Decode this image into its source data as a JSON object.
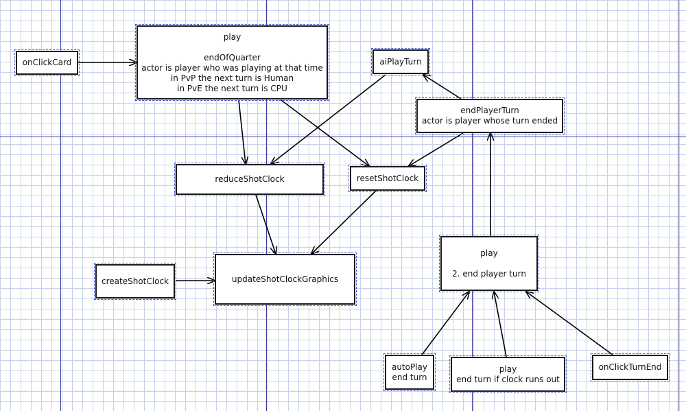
{
  "nodes": {
    "on_click_card": {
      "lines": [
        "onClickCard"
      ]
    },
    "play_end_of_quarter": {
      "lines": [
        "play",
        "",
        "endOfQuarter",
        "actor is player who was playing at that time",
        "in PvP the next turn is Human",
        "in PvE the next turn is CPU"
      ]
    },
    "ai_play_turn": {
      "lines": [
        "aiPlayTurn"
      ]
    },
    "end_player_turn": {
      "lines": [
        "endPlayerTurn",
        "actor is player whose turn ended"
      ]
    },
    "reduce_shot_clock": {
      "lines": [
        "reduceShotClock"
      ]
    },
    "reset_shot_clock": {
      "lines": [
        "resetShotClock"
      ]
    },
    "create_shot_clock": {
      "lines": [
        "createShotClock"
      ]
    },
    "update_shot_clock_graphics": {
      "lines": [
        "updateShotClockGraphics"
      ]
    },
    "play_end_player_turn": {
      "lines": [
        "play",
        "",
        "2. end player turn"
      ]
    },
    "auto_play_end_turn": {
      "lines": [
        "autoPlay",
        "end turn"
      ]
    },
    "play_clock_runs_out": {
      "lines": [
        "play",
        "end turn if clock runs out"
      ]
    },
    "on_click_turn_end": {
      "lines": [
        "onClickTurnEnd"
      ]
    }
  },
  "edges": [
    {
      "from": "on_click_card",
      "to": "play_end_of_quarter"
    },
    {
      "from": "play_end_of_quarter",
      "to": "reduce_shot_clock"
    },
    {
      "from": "play_end_of_quarter",
      "to": "reset_shot_clock"
    },
    {
      "from": "ai_play_turn",
      "to": "reduce_shot_clock"
    },
    {
      "from": "end_player_turn",
      "to": "ai_play_turn"
    },
    {
      "from": "end_player_turn",
      "to": "reset_shot_clock"
    },
    {
      "from": "reduce_shot_clock",
      "to": "update_shot_clock_graphics"
    },
    {
      "from": "reset_shot_clock",
      "to": "update_shot_clock_graphics"
    },
    {
      "from": "create_shot_clock",
      "to": "update_shot_clock_graphics"
    },
    {
      "from": "play_end_player_turn",
      "to": "end_player_turn"
    },
    {
      "from": "auto_play_end_turn",
      "to": "play_end_player_turn"
    },
    {
      "from": "play_clock_runs_out",
      "to": "play_end_player_turn"
    },
    {
      "from": "on_click_turn_end",
      "to": "play_end_player_turn"
    }
  ],
  "colors": {
    "box_border": "#1a1a1a",
    "edge": "#000000",
    "grid": "#c7d2e8",
    "grid_major": "#3a3aa0",
    "selection": "#4a5ad0"
  }
}
